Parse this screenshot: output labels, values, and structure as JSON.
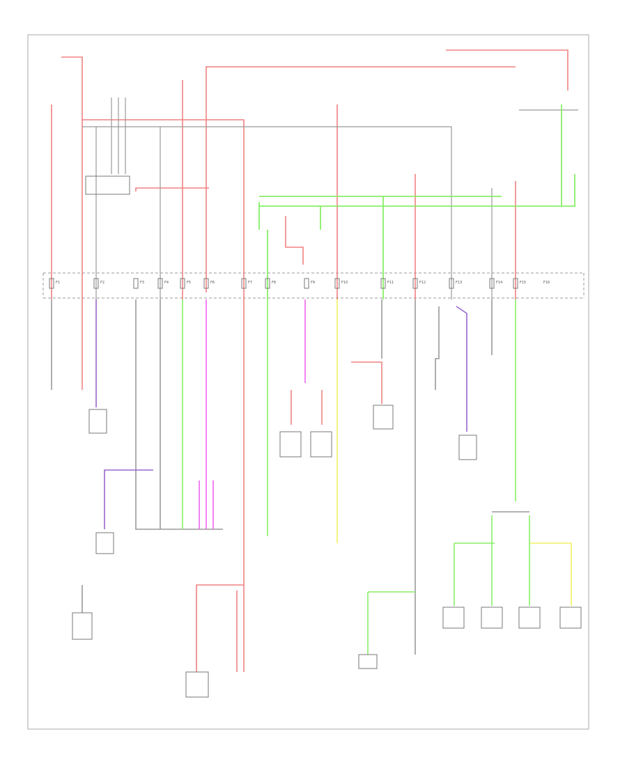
{
  "diagram": {
    "footer_code": "",
    "wire_colors": {
      "red": "#f08080",
      "green": "#88ee66",
      "magenta": "#ee66ee",
      "purple": "#9966cc",
      "yellow": "#f2f266",
      "gray": "#999999",
      "dark": "#555555",
      "frame": "#aaaaaa"
    },
    "fuse_labels": [
      "F1",
      "F2",
      "F3",
      "F4",
      "F5",
      "F6",
      "F7",
      "F8",
      "F9",
      "F10",
      "F11",
      "F12",
      "F13",
      "F14",
      "F15",
      "F16"
    ],
    "component_labels": [
      "",
      "",
      "",
      "",
      "",
      "",
      "",
      "",
      "",
      "",
      "",
      "",
      ""
    ]
  }
}
